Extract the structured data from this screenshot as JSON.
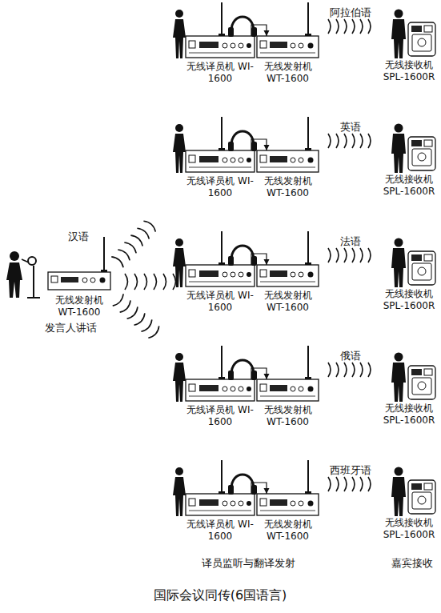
{
  "diagram": {
    "caption": "国际会议同传(6国语言)",
    "nodes": [
      {
        "text": [
          "无线发射机 WT-1600"
        ]
      },
      {
        "text": [
          "无线译员机 WI-1600"
        ]
      },
      {
        "text": [
          "无线发射机 WT-1600"
        ]
      },
      {
        "text": [
          "无线接收机 SPL-1600R"
        ]
      },
      {
        "text": [
          "无线译员机 WI-1600"
        ]
      },
      {
        "text": [
          "无线发射机 WT-1600"
        ]
      },
      {
        "text": [
          "无线接收机 SPL-1600R"
        ]
      },
      {
        "text": [
          "无线译员机 WI-1600"
        ]
      },
      {
        "text": [
          "无线发射机 WT-1600"
        ]
      },
      {
        "text": [
          "无线接收机 SPL-1600R"
        ]
      },
      {
        "text": [
          "无线译员机 WI-1600"
        ]
      },
      {
        "text": [
          "无线发射机 WT-1600"
        ]
      },
      {
        "text": [
          "无线接收机 SPL-1600R"
        ]
      },
      {
        "text": [
          "无线译员机 WI-1600"
        ]
      },
      {
        "text": [
          "无线发射机 WT-1600"
        ]
      },
      {
        "text": [
          "无线接收机 SPL-1600R"
        ]
      }
    ],
    "edges": [
      {
        "from": 1,
        "to": 2,
        "arrow": "to"
      },
      {
        "from": 4,
        "to": 5,
        "arrow": "to"
      },
      {
        "from": 7,
        "to": 8,
        "arrow": "to"
      },
      {
        "from": 10,
        "to": 11,
        "arrow": "to"
      },
      {
        "from": 13,
        "to": 14,
        "arrow": "to"
      }
    ],
    "labels": [
      "汉语",
      "发言人讲话",
      "阿拉伯语",
      "英语",
      "法语",
      "俄语",
      "西班牙语",
      "译员监听与翻译发射",
      "嘉宾接收"
    ]
  }
}
